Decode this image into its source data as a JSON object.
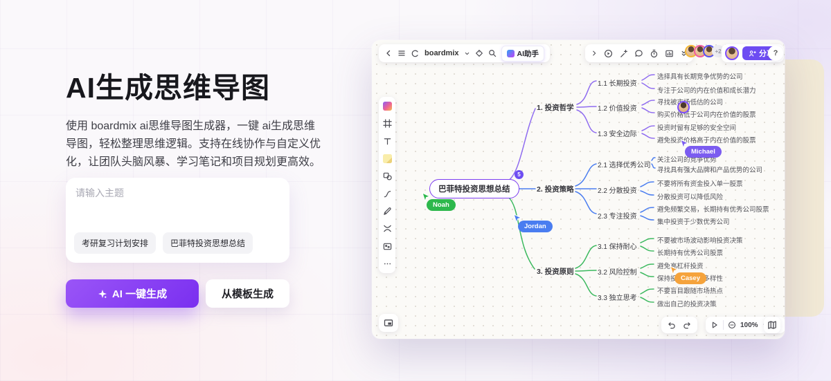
{
  "hero": {
    "title": "AI生成思维导图",
    "description": "使用 boardmix ai思维导图生成器，一键 ai生成思维导图，轻松整理思维逻辑。支持在线协作与自定义优化，让团队头脑风暴、学习笔记和项目规划更高效。",
    "input_placeholder": "请输入主题",
    "suggestion_chips": [
      "考研复习计划安排",
      "巴菲特投资思想总结"
    ],
    "primary_button": "AI 一键生成",
    "secondary_button": "从模板生成"
  },
  "editor": {
    "toolbar": {
      "file_name": "boardmix",
      "ai_assistant_label": "AI助手",
      "share_label": "分享",
      "overflow_avatar": "+2",
      "help_symbol": "?",
      "zoom_level": "100%"
    },
    "colors": {
      "branch1": "#8f6cf0",
      "branch2": "#4a7df0",
      "branch3": "#3cb95f",
      "accent": "#6d4cf2",
      "center_border": "#7c3cf0"
    },
    "mindmap": {
      "center": "巴菲特投资思想总结",
      "badge": "5",
      "branches": [
        {
          "label": "1. 投资哲学",
          "children": [
            {
              "label": "1.1 长期投资",
              "leaves": [
                "选择具有长期竞争优势的公司",
                "专注于公司的内在价值和成长潜力"
              ]
            },
            {
              "label": "1.2 价值投资",
              "leaves": [
                "寻找被市场低估的公司",
                "购买价格低于公司内在价值的股票"
              ]
            },
            {
              "label": "1.3 安全边际",
              "leaves": [
                "投资时留有足够的安全空间",
                "避免投资价格高于内在价值的股票"
              ]
            }
          ]
        },
        {
          "label": "2. 投资策略",
          "children": [
            {
              "label": "2.1 选择优秀公司",
              "leaves": [
                "关注公司的竞争优势",
                "寻找具有强大品牌和产品优势的公司"
              ]
            },
            {
              "label": "2.2 分散投资",
              "leaves": [
                "不要将所有资金投入单一股票",
                "分散投资可以降低风险"
              ]
            },
            {
              "label": "2.3 专注投资",
              "leaves": [
                "避免频繁交易，长期持有优秀公司股票",
                "集中投资于少数优秀公司"
              ]
            }
          ]
        },
        {
          "label": "3. 投资原则",
          "children": [
            {
              "label": "3.1 保持耐心",
              "leaves": [
                "不要被市场波动影响投资决策",
                "长期持有优秀公司股票"
              ]
            },
            {
              "label": "3.2 风险控制",
              "leaves": [
                "避免高杠杆投资",
                "保持投资组合的多样性"
              ]
            },
            {
              "label": "3.3 独立思考",
              "leaves": [
                "不要盲目跟随市场热点",
                "做出自己的投资决策"
              ]
            }
          ]
        }
      ],
      "cursors": [
        {
          "name": "Noah",
          "color": "#2db84c"
        },
        {
          "name": "Jordan",
          "color": "#4a7df0"
        },
        {
          "name": "Michael",
          "color": "#7b5cf0"
        },
        {
          "name": "Casey",
          "color": "#f5a33c"
        }
      ]
    }
  }
}
